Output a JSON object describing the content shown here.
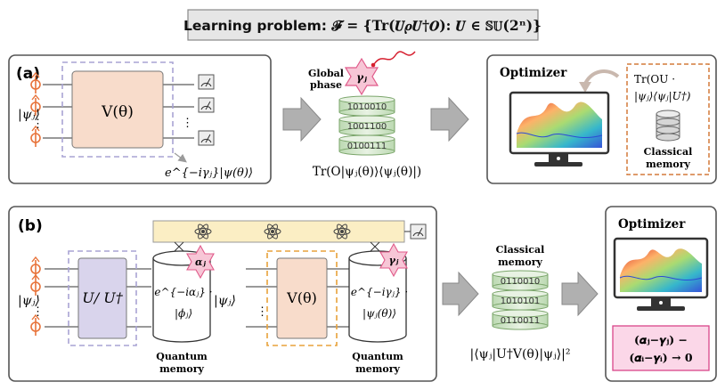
{
  "title": {
    "prefix": "Learning problem: ",
    "formula": "𝓕 = {Tr(𝑼𝝆𝑼†𝑶): 𝑼 ∈ 𝕊𝕌(𝟐ⁿ)}"
  },
  "panel_a": {
    "label": "(a)",
    "input_state": "|ψⱼ⟩",
    "dots": "⋮",
    "gate": "V(θ)",
    "output_state": "e^{−iγⱼ}|ψ(θ)⟩",
    "global_phase_label_1": "Global",
    "global_phase_label_2": "phase",
    "phase_symbol": "γⱼ",
    "bits": [
      "1010010",
      "1001100",
      "0100111"
    ],
    "measurement_formula": "Tr(O|ψⱼ(θ)⟩⟨ψⱼ(θ)|)",
    "optimizer_title": "Optimizer",
    "memory_formula_line1": "Tr(OU ·",
    "memory_formula_line2": "|ψⱼ⟩⟨ψⱼ|U†)",
    "classical_memory_1": "Classical",
    "classical_memory_2": "memory"
  },
  "panel_b": {
    "label": "(b)",
    "input_state": "|ψⱼ⟩",
    "dots": "⋮",
    "gate_u": "U/ U†",
    "phase_alpha": "αⱼ",
    "qm1_line1": "e^{−iαⱼ} ·",
    "qm1_line2": "|ϕⱼ⟩",
    "quantum_memory_1": "Quantum",
    "quantum_memory_2": "memory",
    "input_state_2": "|ψⱼ⟩",
    "gate_v": "V(θ)",
    "phase_gamma": "γⱼ",
    "qm2_line1": "e^{−iγⱼ} ·",
    "qm2_line2": "|ψⱼ(θ)⟩",
    "classical_memory_1": "Classical",
    "classical_memory_2": "memory",
    "bits": [
      "0110010",
      "1010101",
      "0110011"
    ],
    "overlap_formula": "|⟨ψⱼ|U†V(θ)|ψⱼ⟩|²",
    "optimizer_title": "Optimizer",
    "condition_line1": "(𝜶ⱼ−𝜸ⱼ) −",
    "condition_line2": "(𝜶ᵢ−𝜸ᵢ) → 0"
  },
  "colors": {
    "panel_border": "#555555",
    "title_box_fill": "#e6e6e6",
    "gate_v_fill": "#f8dccb",
    "gate_u_fill": "#d9d4ec",
    "dashed_lilac": "#a9a3d4",
    "dashed_orange": "#e8a23a",
    "star_fill": "#f7c6d6",
    "star_stroke": "#e05a8a",
    "qubit_orange": "#e8733a",
    "bus_fill": "#fbeec4",
    "memory_border": "#d47a3a",
    "condition_fill": "#fbd7e8",
    "condition_border": "#d9468a",
    "db_fill": "#d6e8cf"
  }
}
